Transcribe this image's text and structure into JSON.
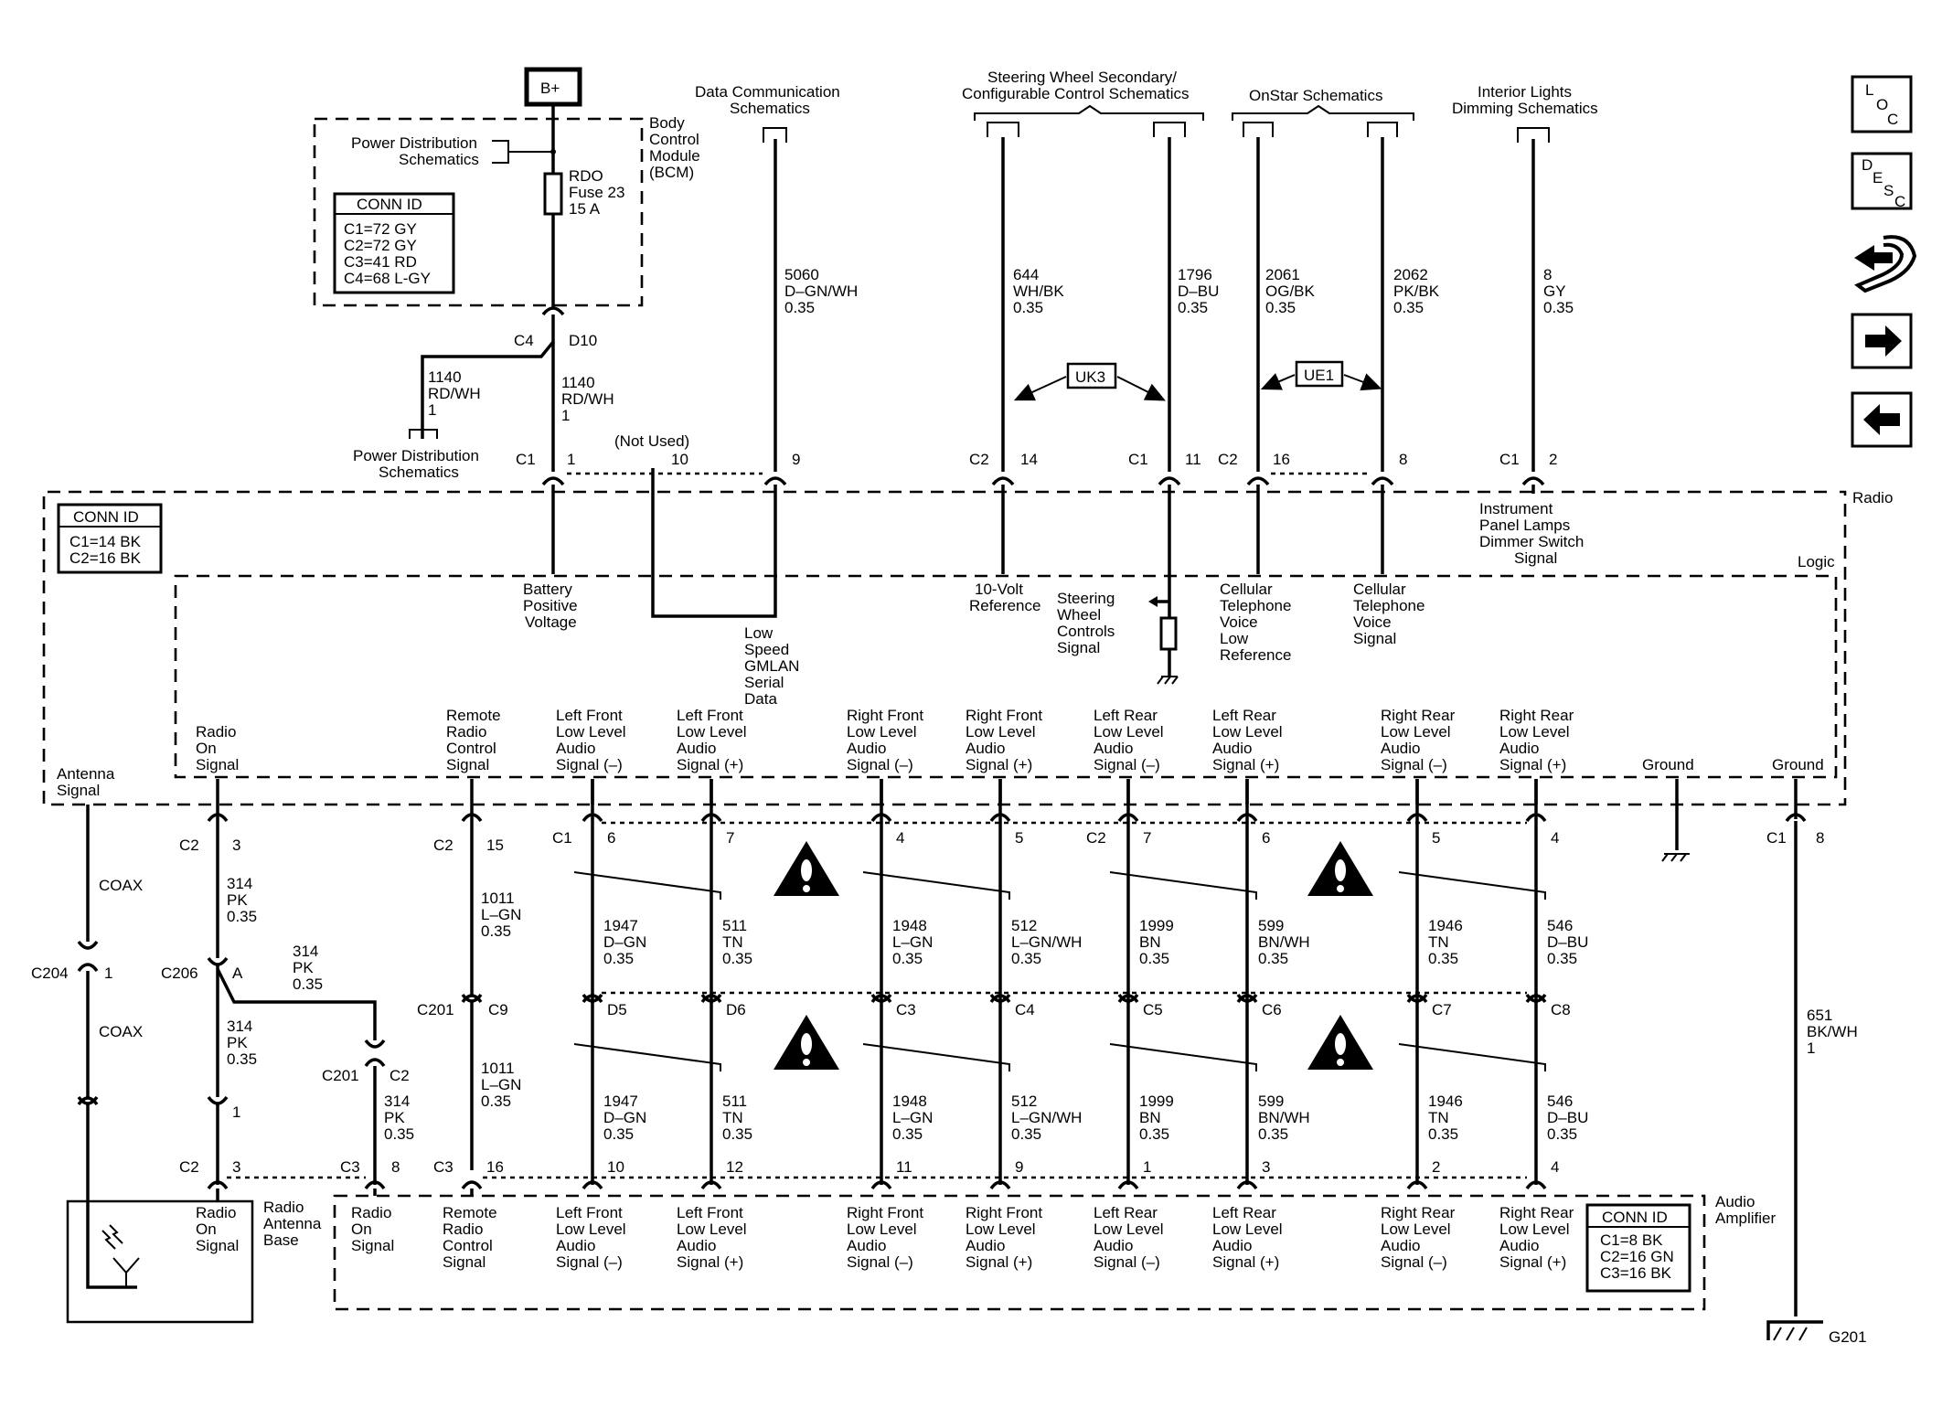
{
  "title_refs": {
    "bplus": "B+",
    "data_comm": [
      "Data Communication",
      "Schematics"
    ],
    "steering": [
      "Steering Wheel Secondary/",
      "Configurable Control Schematics"
    ],
    "onstar": "OnStar Schematics",
    "interior": [
      "Interior Lights",
      "Dimming Schematics"
    ],
    "power_dist_top": [
      "Power Distribution",
      "Schematics"
    ],
    "power_dist_mid": [
      "Power Distribution",
      "Schematics"
    ]
  },
  "bcm": {
    "name": [
      "Body",
      "Control",
      "Module",
      "(BCM)"
    ],
    "fuse": [
      "RDO",
      "Fuse 23",
      "15 A"
    ],
    "conn_id_title": "CONN ID",
    "conn_id": [
      "C1=72 GY",
      "C2=72 GY",
      "C3=41 RD",
      "C4=68 L-GY"
    ]
  },
  "radio": {
    "name": "Radio",
    "logic": "Logic",
    "conn_id_title": "CONN ID",
    "conn_id": [
      "C1=14 BK",
      "C2=16 BK"
    ],
    "not_used": "(Not Used)",
    "top_signals": {
      "battery": [
        "Battery",
        "Positive",
        "Voltage"
      ],
      "gmlan": [
        "Low",
        "Speed",
        "GMLAN",
        "Serial",
        "Data"
      ],
      "ten_volt": [
        "10-Volt",
        "Reference"
      ],
      "steering_ctrl": [
        "Steering",
        "Wheel",
        "Controls",
        "Signal"
      ],
      "cell_low": [
        "Cellular",
        "Telephone",
        "Voice",
        "Low",
        "Reference"
      ],
      "cell_sig": [
        "Cellular",
        "Telephone",
        "Voice",
        "Signal"
      ],
      "dimmer": [
        "Instrument",
        "Panel Lamps",
        "Dimmer Switch",
        "Signal"
      ]
    },
    "bottom_signals": {
      "antenna": [
        "Antenna",
        "Signal"
      ],
      "radio_on": [
        "Radio",
        "On",
        "Signal"
      ],
      "remote": [
        "Remote",
        "Radio",
        "Control",
        "Signal"
      ],
      "lf_minus": [
        "Left Front",
        "Low Level",
        "Audio",
        "Signal (–)"
      ],
      "lf_plus": [
        "Left Front",
        "Low Level",
        "Audio",
        "Signal (+)"
      ],
      "rf_minus": [
        "Right Front",
        "Low Level",
        "Audio",
        "Signal (–)"
      ],
      "rf_plus": [
        "Right Front",
        "Low Level",
        "Audio",
        "Signal (+)"
      ],
      "lr_minus": [
        "Left Rear",
        "Low Level",
        "Audio",
        "Signal (–)"
      ],
      "lr_plus": [
        "Left Rear",
        "Low Level",
        "Audio",
        "Signal (+)"
      ],
      "rr_minus": [
        "Right Rear",
        "Low Level",
        "Audio",
        "Signal (–)"
      ],
      "rr_plus": [
        "Right Rear",
        "Low Level",
        "Audio",
        "Signal (+)"
      ],
      "ground1": "Ground",
      "ground2": "Ground"
    }
  },
  "amp": {
    "name": [
      "Audio",
      "Amplifier"
    ],
    "conn_id_title": "CONN ID",
    "conn_id": [
      "C1=8 BK",
      "C2=16 GN",
      "C3=16 BK"
    ],
    "signals": {
      "radio_on": [
        "Radio",
        "On",
        "Signal"
      ],
      "remote": [
        "Remote",
        "Radio",
        "Control",
        "Signal"
      ],
      "lf_minus": [
        "Left Front",
        "Low Level",
        "Audio",
        "Signal (–)"
      ],
      "lf_plus": [
        "Left Front",
        "Low Level",
        "Audio",
        "Signal (+)"
      ],
      "rf_minus": [
        "Right Front",
        "Low Level",
        "Audio",
        "Signal (–)"
      ],
      "rf_plus": [
        "Right Front",
        "Low Level",
        "Audio",
        "Signal (+)"
      ],
      "lr_minus": [
        "Left Rear",
        "Low Level",
        "Audio",
        "Signal (–)"
      ],
      "lr_plus": [
        "Left Rear",
        "Low Level",
        "Audio",
        "Signal (+)"
      ],
      "rr_minus": [
        "Right Rear",
        "Low Level",
        "Audio",
        "Signal (–)"
      ],
      "rr_plus": [
        "Right Rear",
        "Low Level",
        "Audio",
        "Signal (+)"
      ]
    }
  },
  "antenna_base": {
    "name": [
      "Radio",
      "Antenna",
      "Base"
    ],
    "signal": [
      "Radio",
      "On",
      "Signal"
    ]
  },
  "options": {
    "uk3": "UK3",
    "ue1": "UE1"
  },
  "ground": "G201",
  "nav": {
    "loc": [
      "L",
      "O",
      "C"
    ],
    "desc": [
      "D",
      "E",
      "S",
      "C"
    ]
  },
  "wires": {
    "w1140a": [
      "1140",
      "RD/WH",
      "1"
    ],
    "w1140b": [
      "1140",
      "RD/WH",
      "1"
    ],
    "w5060": [
      "5060",
      "D–GN/WH",
      "0.35"
    ],
    "w644": [
      "644",
      "WH/BK",
      "0.35"
    ],
    "w1796": [
      "1796",
      "D–BU",
      "0.35"
    ],
    "w2061": [
      "2061",
      "OG/BK",
      "0.35"
    ],
    "w2062": [
      "2062",
      "PK/BK",
      "0.35"
    ],
    "w8": [
      "8",
      "GY",
      "0.35"
    ],
    "coax": "COAX",
    "w314": [
      "314",
      "PK",
      "0.35"
    ],
    "w1011": [
      "1011",
      "L–GN",
      "0.35"
    ],
    "w1947": [
      "1947",
      "D–GN",
      "0.35"
    ],
    "w511": [
      "511",
      "TN",
      "0.35"
    ],
    "w1948": [
      "1948",
      "L–GN",
      "0.35"
    ],
    "w512": [
      "512",
      "L–GN/WH",
      "0.35"
    ],
    "w1999": [
      "1999",
      "BN",
      "0.35"
    ],
    "w599": [
      "599",
      "BN/WH",
      "0.35"
    ],
    "w1946": [
      "1946",
      "TN",
      "0.35"
    ],
    "w546": [
      "546",
      "D–BU",
      "0.35"
    ],
    "w651": [
      "651",
      "BK/WH",
      "1"
    ]
  },
  "connectors": {
    "c4": "C4",
    "d10": "D10",
    "c1": "C1",
    "c2": "C2",
    "c3": "C3",
    "c204": "C204",
    "c206": "C206",
    "c201": "C201",
    "c9": "C9",
    "d5": "D5",
    "d6": "D6",
    "cc3": "C3",
    "cc4": "C4",
    "cc5": "C5",
    "cc6": "C6",
    "cc7": "C7",
    "cc8": "C8",
    "a": "A",
    "p1": "1",
    "p2": "2",
    "p3": "3",
    "p4": "4",
    "p5": "5",
    "p6": "6",
    "p7": "7",
    "p8": "8",
    "p9": "9",
    "p10": "10",
    "p11": "11",
    "p12": "12",
    "p14": "14",
    "p15": "15",
    "p16": "16"
  }
}
